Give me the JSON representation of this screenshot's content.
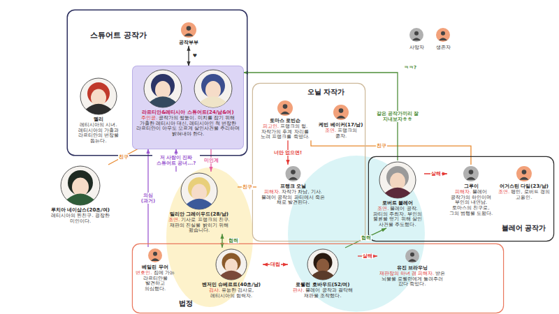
{
  "diagram": {
    "nodes": [
      {
        "text": [
          "스튜어트 공작가"
        ]
      },
      {
        "text": [
          "공작부부"
        ],
        "in": 0
      },
      {
        "text": [
          "라르티안&레티시아 스튜어트(24/남&여)",
          "주인공.",
          "공작가의 쌍둥이. 미치를 잡기 위해 가출한 레티시아 대신, 레티시아인 척 변장한 라르티안이 아무도 모르게 살인사건을 추리하며 밝혀내야 한다."
        ],
        "in": 0
      },
      {
        "text": [
          "멜리",
          "레티시아의 시녀. 레티시아의 가출과 라르티안의 변장을 돕는다."
        ],
        "in": 0
      },
      {
        "text": [
          "루치아 네이삼스(20초/여)",
          "레티시아의 찐친구. 굉장한 미인이다."
        ]
      },
      {
        "text": [
          "오닐 자작가"
        ]
      },
      {
        "text": [
          "토마스 로빈슨",
          "피고인.",
          "프랭크의 형. 자작가의 후계 자리를 노려 프랭크를 죽였다."
        ],
        "in": 5
      },
      {
        "text": [
          "케빈 베이커(17/남)",
          "조연.",
          "프랭크의 종자."
        ],
        "in": 5
      },
      {
        "text": [
          "프랭크 오닐",
          "피해자.",
          "자작가 차남, 기사. 블레어 공작의 파티에서 죽은 채로 발견된다."
        ],
        "in": 5
      },
      {
        "text": [
          "밀리안 그레이우드(28/남)",
          "조연.",
          "기사로 프랭크의 친구. 재판의 진실을 밝히기 위해 왔습니다."
        ]
      },
      {
        "text": [
          "블레어 공작가"
        ]
      },
      {
        "text": [
          "로버트 블레어",
          "조연.",
          "블레어 공작. 파티의 주최자. 부인의 불륜을 덮기 위해 살인 사건을 주도했다."
        ],
        "in": 10
      },
      {
        "text": [
          "그루이",
          "피해자.",
          "블레어 공작가의 하인이며 부인의 내연남. 토마스의 친구로, 그의 범행을 도왔다."
        ],
        "in": 10
      },
      {
        "text": [
          "어거스틴 다일(23/남)",
          "조연.",
          "평민, 로버트 경의 고용인."
        ],
        "in": 10
      },
      {
        "text": [
          "법정"
        ]
      },
      {
        "text": [
          "베일린 무어",
          "변호인.",
          "집에 가는 라르티안을 발견하고 의심했다."
        ],
        "in": 14
      },
      {
        "text": [
          "벤저민 슈베르트(40초/남)",
          "검사.",
          "유능한 검사로, 레티시아의 협력자."
        ],
        "in": 14
      },
      {
        "text": [
          "로웰런 호바우드(52/여)",
          "판사.",
          "블레어 공작과 결탁해 재판을 조작했다."
        ],
        "in": 14
      },
      {
        "text": [
          "유진 브라우닝",
          "재판장의 하녀 겸 피해자.",
          "받은 뇌물을 로웰런에게 돌려주러 갔다 죽었다."
        ],
        "in": 14
      }
    ],
    "edges": [
      {
        "from": 1,
        "to": 2,
        "arrow": "both",
        "label": "♥"
      },
      {
        "from": 9,
        "to": 2,
        "arrow": "to",
        "label": "저 사람이 진짜 스튜어트 공녀...?"
      },
      {
        "from": 15,
        "to": 2,
        "arrow": "to",
        "label": "의심 (과거)"
      },
      {
        "from": 2,
        "to": 9,
        "arrow": "to",
        "label": "미인계"
      },
      {
        "from": 4,
        "to": 2,
        "arrow": "none",
        "label": "친구"
      },
      {
        "from": 9,
        "to": 8,
        "arrow": "none",
        "label": "친구"
      },
      {
        "from": 6,
        "to": 8,
        "arrow": "to",
        "label": "너만 없으면!"
      },
      {
        "from": 6,
        "to": 12,
        "arrow": "none",
        "label": "친구"
      },
      {
        "from": 9,
        "to": 16,
        "arrow": "both",
        "label": "협력"
      },
      {
        "from": 11,
        "to": 2,
        "arrow": "to",
        "label": "같은 공작가끼리 잘 지내보자ㅎㅎ"
      },
      {
        "from": 11,
        "to": 12,
        "arrow": "to",
        "label": "살해"
      },
      {
        "from": 16,
        "to": 17,
        "arrow": "both",
        "label": "대립"
      },
      {
        "from": 17,
        "to": 11,
        "arrow": "to",
        "label": "협력"
      },
      {
        "from": 17,
        "to": 18,
        "arrow": "to",
        "label": "살해"
      }
    ],
    "labels": [
      "ㅋㅋ?"
    ],
    "legend": [
      {
        "text": "사망자",
        "color": "#b0b0b0"
      },
      {
        "text": "생존자",
        "color": "#f2a17a"
      }
    ]
  }
}
